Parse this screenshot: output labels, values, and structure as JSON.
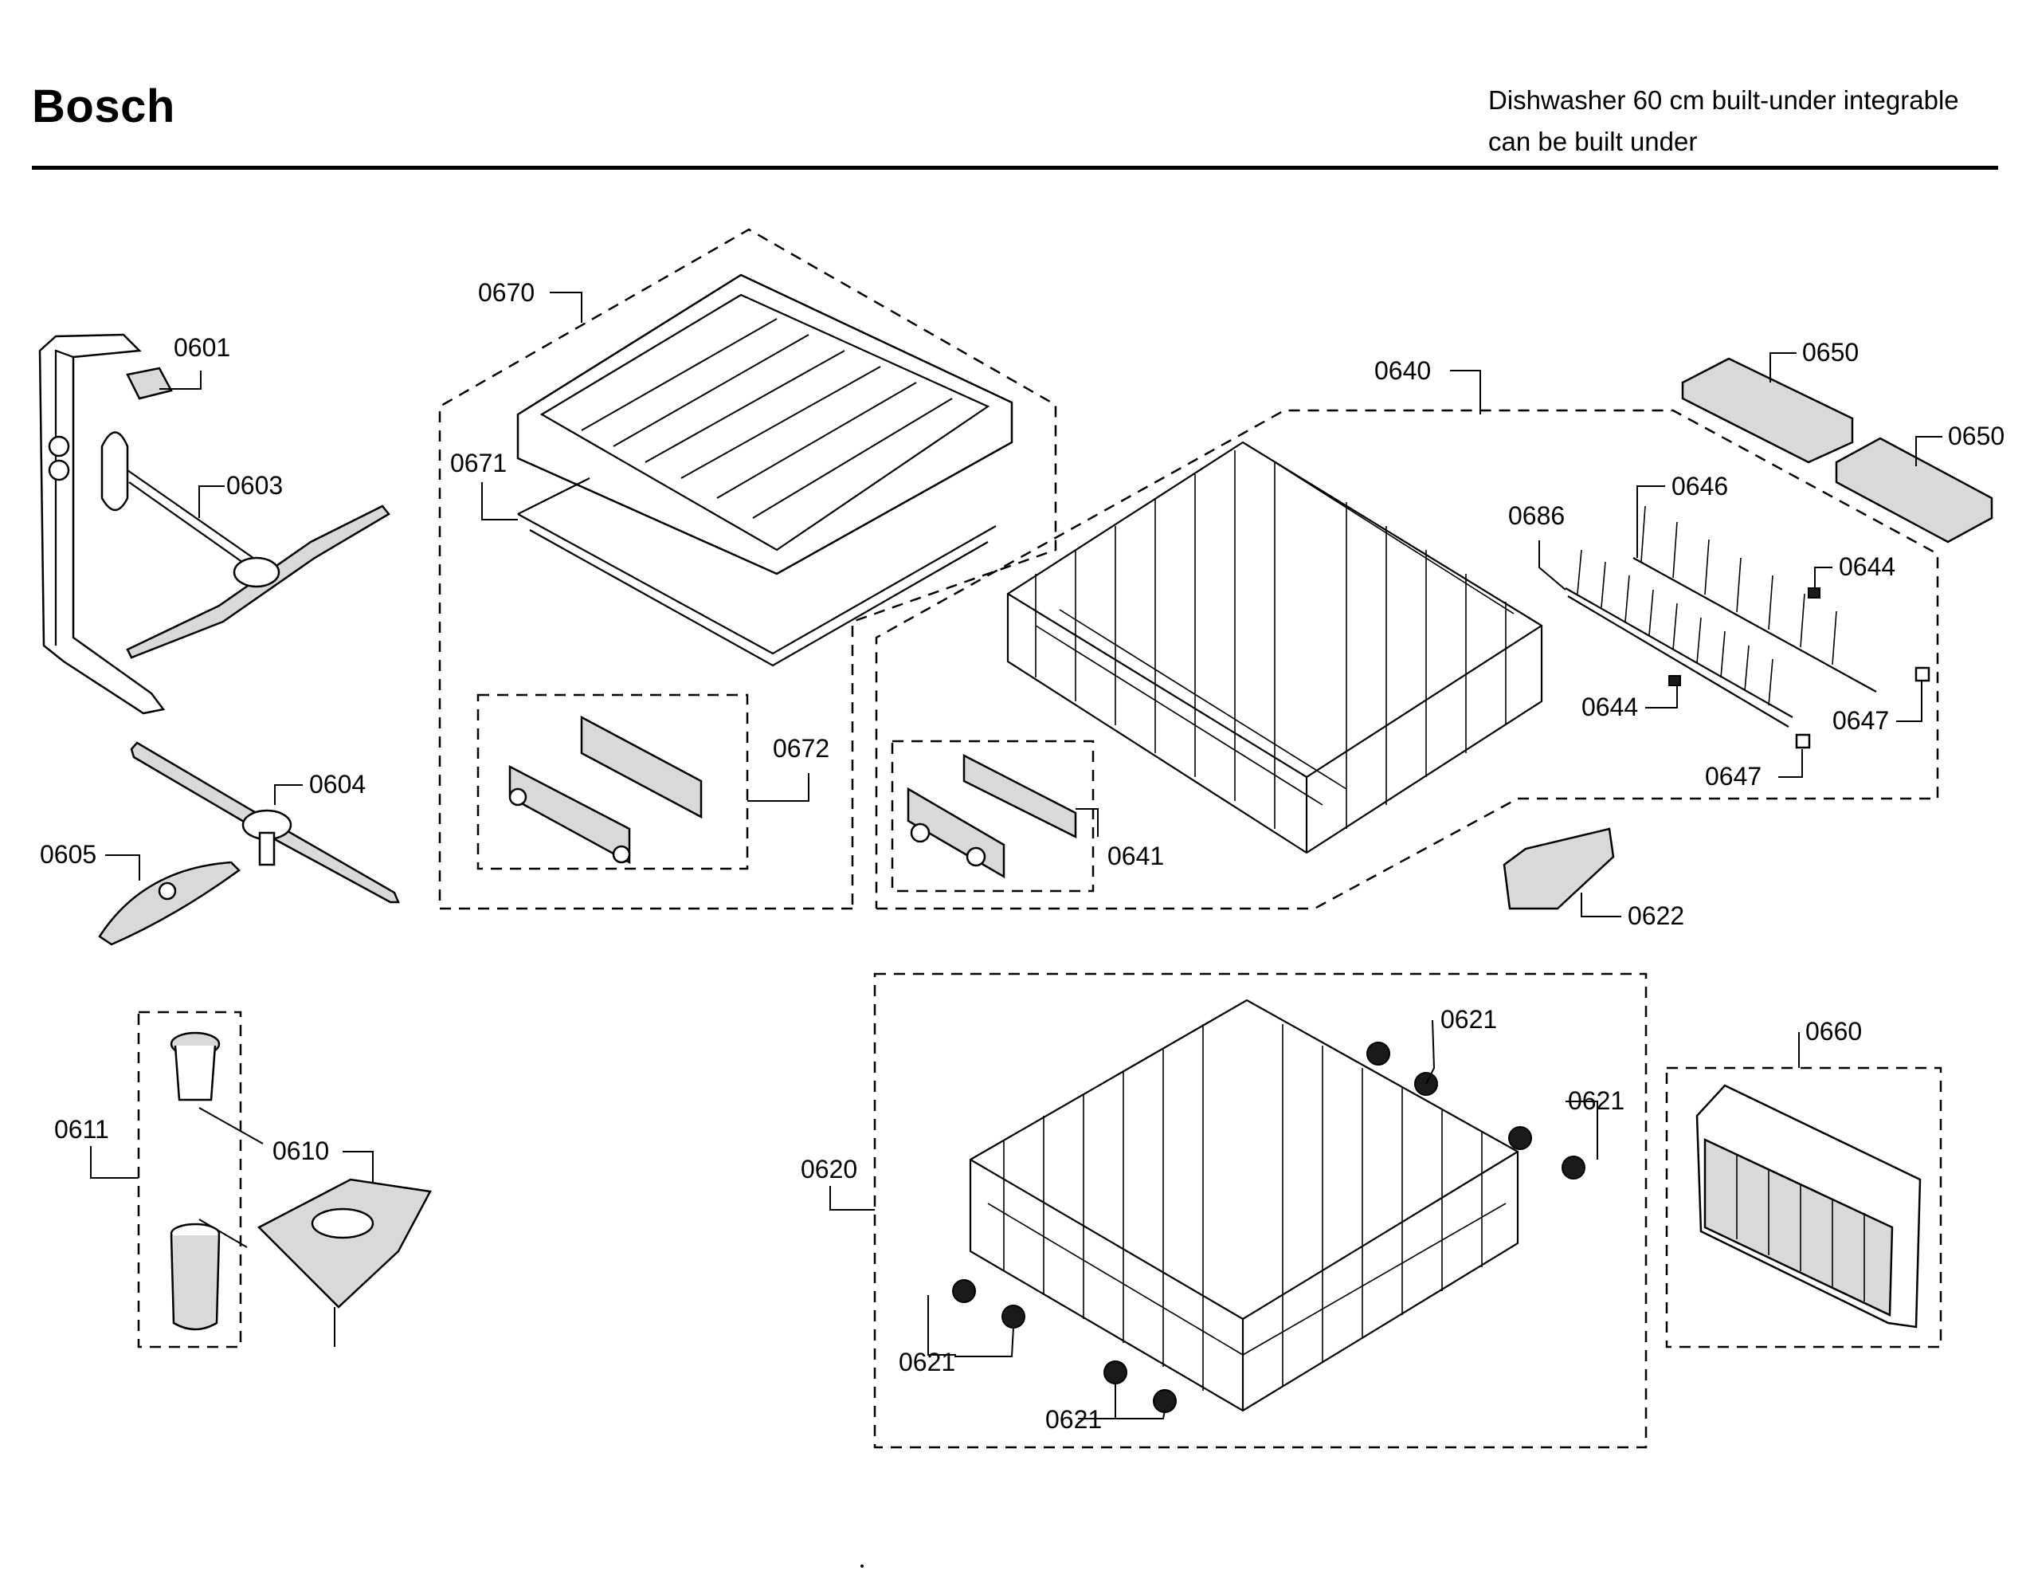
{
  "header": {
    "brand": "Bosch",
    "description_line1": "Dishwasher 60 cm built-under integrable",
    "description_line2": "can be built under"
  },
  "callouts": {
    "c0601": "0601",
    "c0603": "0603",
    "c0604": "0604",
    "c0605": "0605",
    "c0610": "0610",
    "c0611": "0611",
    "c0620": "0620",
    "c0621": "0621",
    "c0622": "0622",
    "c0640": "0640",
    "c0641": "0641",
    "c0644": "0644",
    "c0646": "0646",
    "c0647": "0647",
    "c0650": "0650",
    "c0660": "0660",
    "c0670": "0670",
    "c0671": "0671",
    "c0672": "0672",
    "c0686": "0686"
  }
}
